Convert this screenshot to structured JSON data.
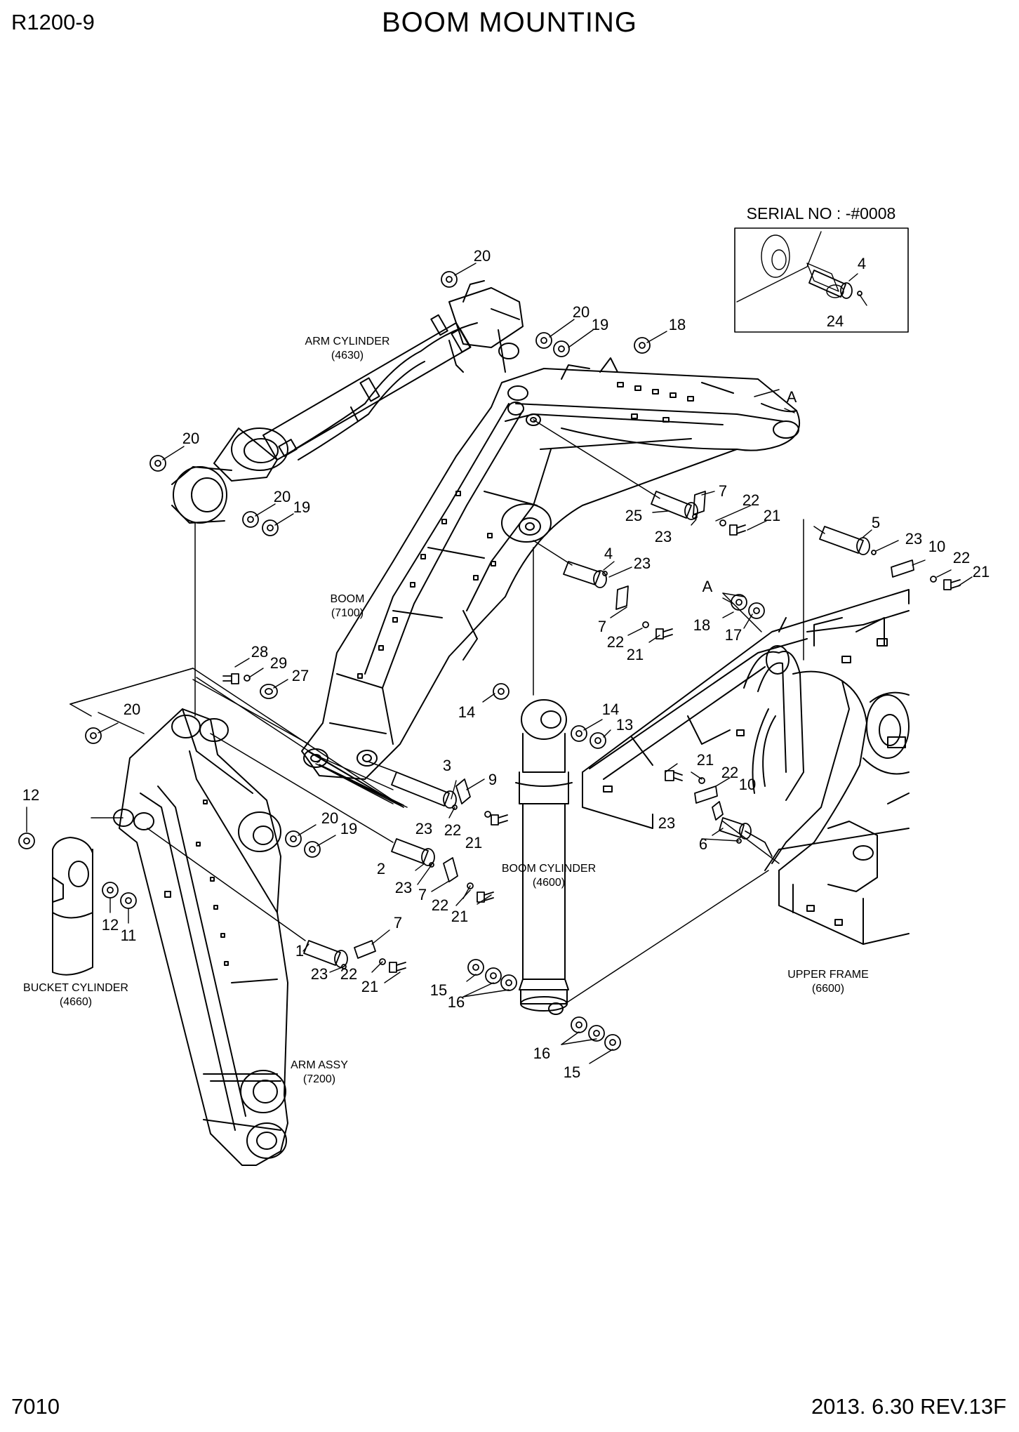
{
  "header": {
    "model": "R1200-9",
    "title": "BOOM MOUNTING"
  },
  "footer": {
    "page_number": "7010",
    "revision": "2013. 6.30  REV.13F"
  },
  "inset": {
    "title": "SERIAL NO : -#0008"
  },
  "components": {
    "arm_cylinder": {
      "name": "ARM CYLINDER",
      "code": "(4630)"
    },
    "boom": {
      "name": "BOOM",
      "code": "(7100)"
    },
    "boom_cylinder": {
      "name": "BOOM CYLINDER",
      "code": "(4600)"
    },
    "bucket_cylinder": {
      "name": "BUCKET CYLINDER",
      "code": "(4660)"
    },
    "arm_assy": {
      "name": "ARM ASSY",
      "code": "(7200)"
    },
    "upper_frame": {
      "name": "UPPER FRAME",
      "code": "(6600)"
    }
  },
  "refs": {
    "A": "A"
  },
  "callouts": {
    "c20a": "20",
    "c20b": "20",
    "c19a": "19",
    "c18a": "18",
    "c20c": "20",
    "c20d": "20",
    "c19b": "19",
    "c7a": "7",
    "c22a": "22",
    "c21a": "21",
    "c25": "25",
    "c23a": "23",
    "c4a": "4",
    "c23b": "23",
    "c7b": "7",
    "c22b": "22",
    "c21b": "21",
    "c5": "5",
    "c23c": "23",
    "c10a": "10",
    "c22c": "22",
    "c21c": "21",
    "c18b": "18",
    "c17": "17",
    "c28": "28",
    "c29": "29",
    "c27": "27",
    "c20e": "20",
    "c14a": "14",
    "c14b": "14",
    "c13": "13",
    "c3": "3",
    "c9": "9",
    "c23d": "23",
    "c22d": "22",
    "c21d": "21",
    "c12a": "12",
    "c20f": "20",
    "c19c": "19",
    "c2": "2",
    "c23e": "23",
    "c7c": "7",
    "c22e": "22",
    "c21e": "21",
    "c12b": "12",
    "c11": "11",
    "c7d": "7",
    "c1": "1",
    "c23f": "23",
    "c22f": "22",
    "c21f": "21",
    "c21g": "21",
    "c22g": "22",
    "c10b": "10",
    "c23g": "23",
    "c6": "6",
    "c15a": "15",
    "c16a": "16",
    "c16b": "16",
    "c15b": "15",
    "c4b": "4",
    "c24": "24"
  }
}
